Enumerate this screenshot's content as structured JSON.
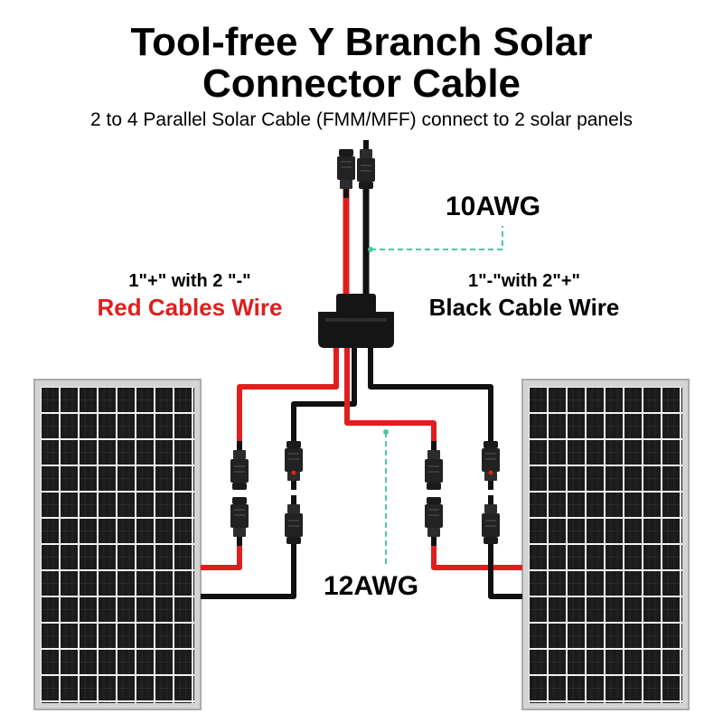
{
  "header": {
    "title_line1": "Tool-free Y Branch Solar",
    "title_line2": "Connector Cable",
    "subtitle": "2 to 4 Parallel Solar Cable (FMM/MFF) connect to 2 solar panels"
  },
  "labels": {
    "main_gauge": "10AWG",
    "branch_gauge": "12AWG",
    "red_wire_spec": "1\"+\" with 2 \"-\"",
    "red_wire_name": "Red Cables Wire",
    "black_wire_spec": "1\"-\"with 2\"+\"",
    "black_wire_name": "Black Cable Wire"
  },
  "colors": {
    "red_wire": "#e01e1e",
    "black_wire": "#111111",
    "leader_line": "#4fc8a0",
    "panel_cell": "#1b1b1b",
    "panel_frame": "#c9c9c9"
  }
}
